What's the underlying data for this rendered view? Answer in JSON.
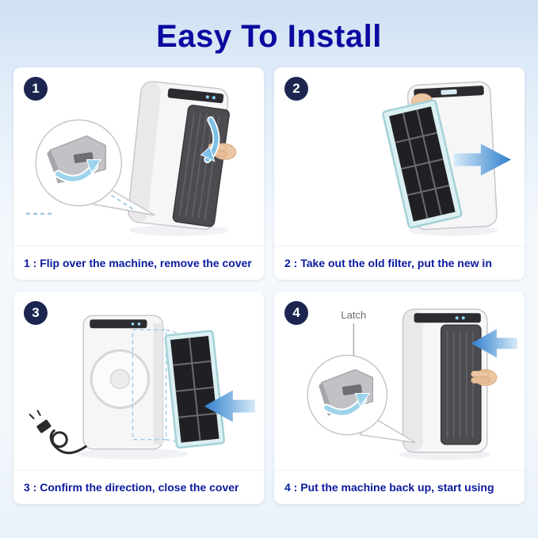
{
  "title": "Easy To Install",
  "steps": [
    {
      "number": "1",
      "caption": "1 : Flip over the machine, remove the cover"
    },
    {
      "number": "2",
      "caption": "2 : Take out the old filter, put the new in"
    },
    {
      "number": "3",
      "caption": "3 : Confirm the direction, close the cover"
    },
    {
      "number": "4",
      "caption": "4 : Put the machine back up, start using",
      "latch_label": "Latch"
    }
  ],
  "colors": {
    "title_text": "#0a0aa0",
    "caption_text": "#0a1a9e",
    "step_badge": "#1b2550",
    "direction_arrow": "#2f80cc",
    "callout_arrow": "#9ed3ec",
    "filter_frame": "#a4d1d6",
    "background_top": "#cfe0f2"
  }
}
